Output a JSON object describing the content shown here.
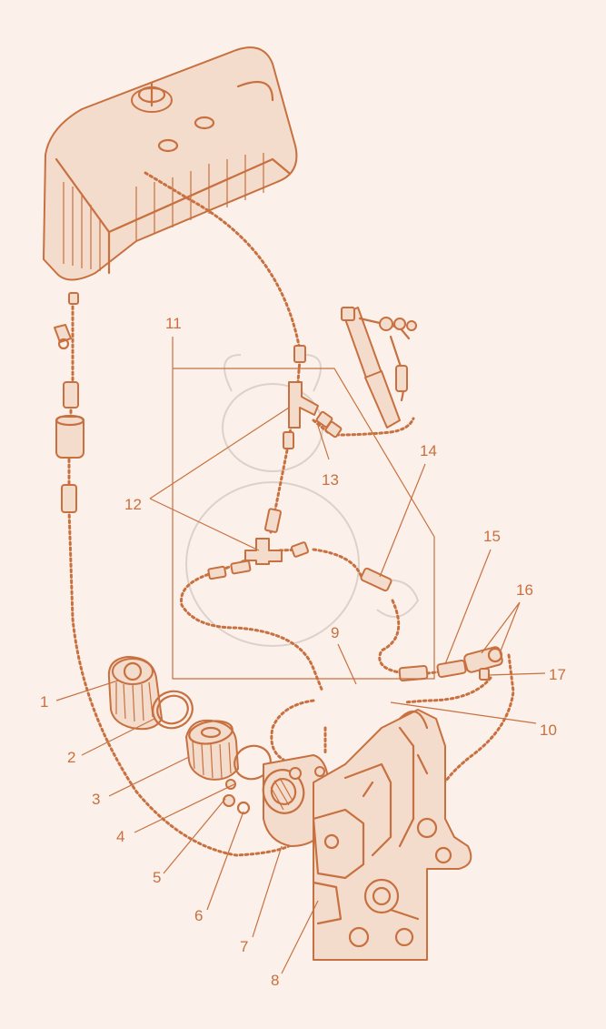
{
  "callouts": [
    {
      "id": "1",
      "label": "1"
    },
    {
      "id": "2",
      "label": "2"
    },
    {
      "id": "3",
      "label": "3"
    },
    {
      "id": "4",
      "label": "4"
    },
    {
      "id": "5",
      "label": "5"
    },
    {
      "id": "6",
      "label": "6"
    },
    {
      "id": "7",
      "label": "7"
    },
    {
      "id": "8",
      "label": "8"
    },
    {
      "id": "9",
      "label": "9"
    },
    {
      "id": "10",
      "label": "10"
    },
    {
      "id": "11",
      "label": "11"
    },
    {
      "id": "12",
      "label": "12"
    },
    {
      "id": "13",
      "label": "13"
    },
    {
      "id": "14",
      "label": "14"
    },
    {
      "id": "15",
      "label": "15"
    },
    {
      "id": "16",
      "label": "16"
    },
    {
      "id": "17",
      "label": "17"
    }
  ],
  "colors": {
    "line": "#c8703f",
    "background": "#fbf1ea",
    "part_fill": "#f3dccb",
    "watermark": "#ddd2cb"
  }
}
